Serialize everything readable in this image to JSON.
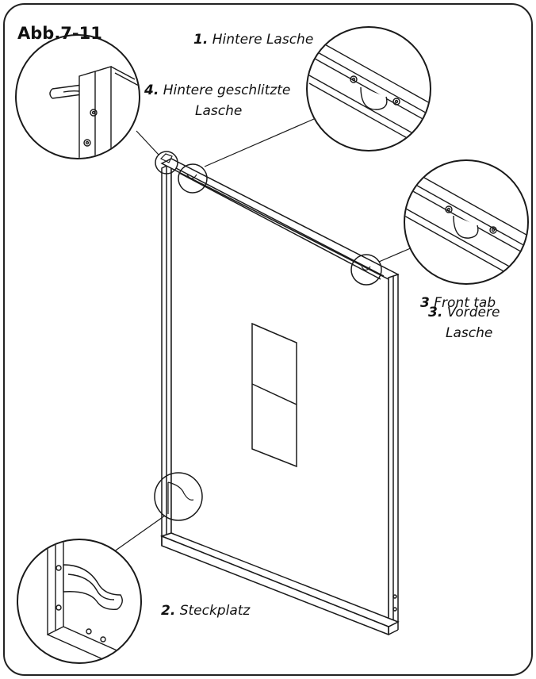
{
  "figure": {
    "title": "Abb.7-11",
    "labels": {
      "hintere_lasche": {
        "num": "1.",
        "text": "Hintere Lasche"
      },
      "steckplatz": {
        "num": "2.",
        "text": "Steckplatz"
      },
      "front_tab": {
        "num": "3",
        "text": "Front tab"
      },
      "vordere_lasche": {
        "num": "3.",
        "text": "Vordere",
        "line2": "Lasche"
      },
      "hintere_geschlitzte": {
        "num": "4.",
        "text": "Hintere geschlitzte",
        "line2": "Lasche"
      }
    }
  },
  "colors": {
    "line": "#1a1a1a",
    "frame": "#222222",
    "background": "#ffffff"
  }
}
